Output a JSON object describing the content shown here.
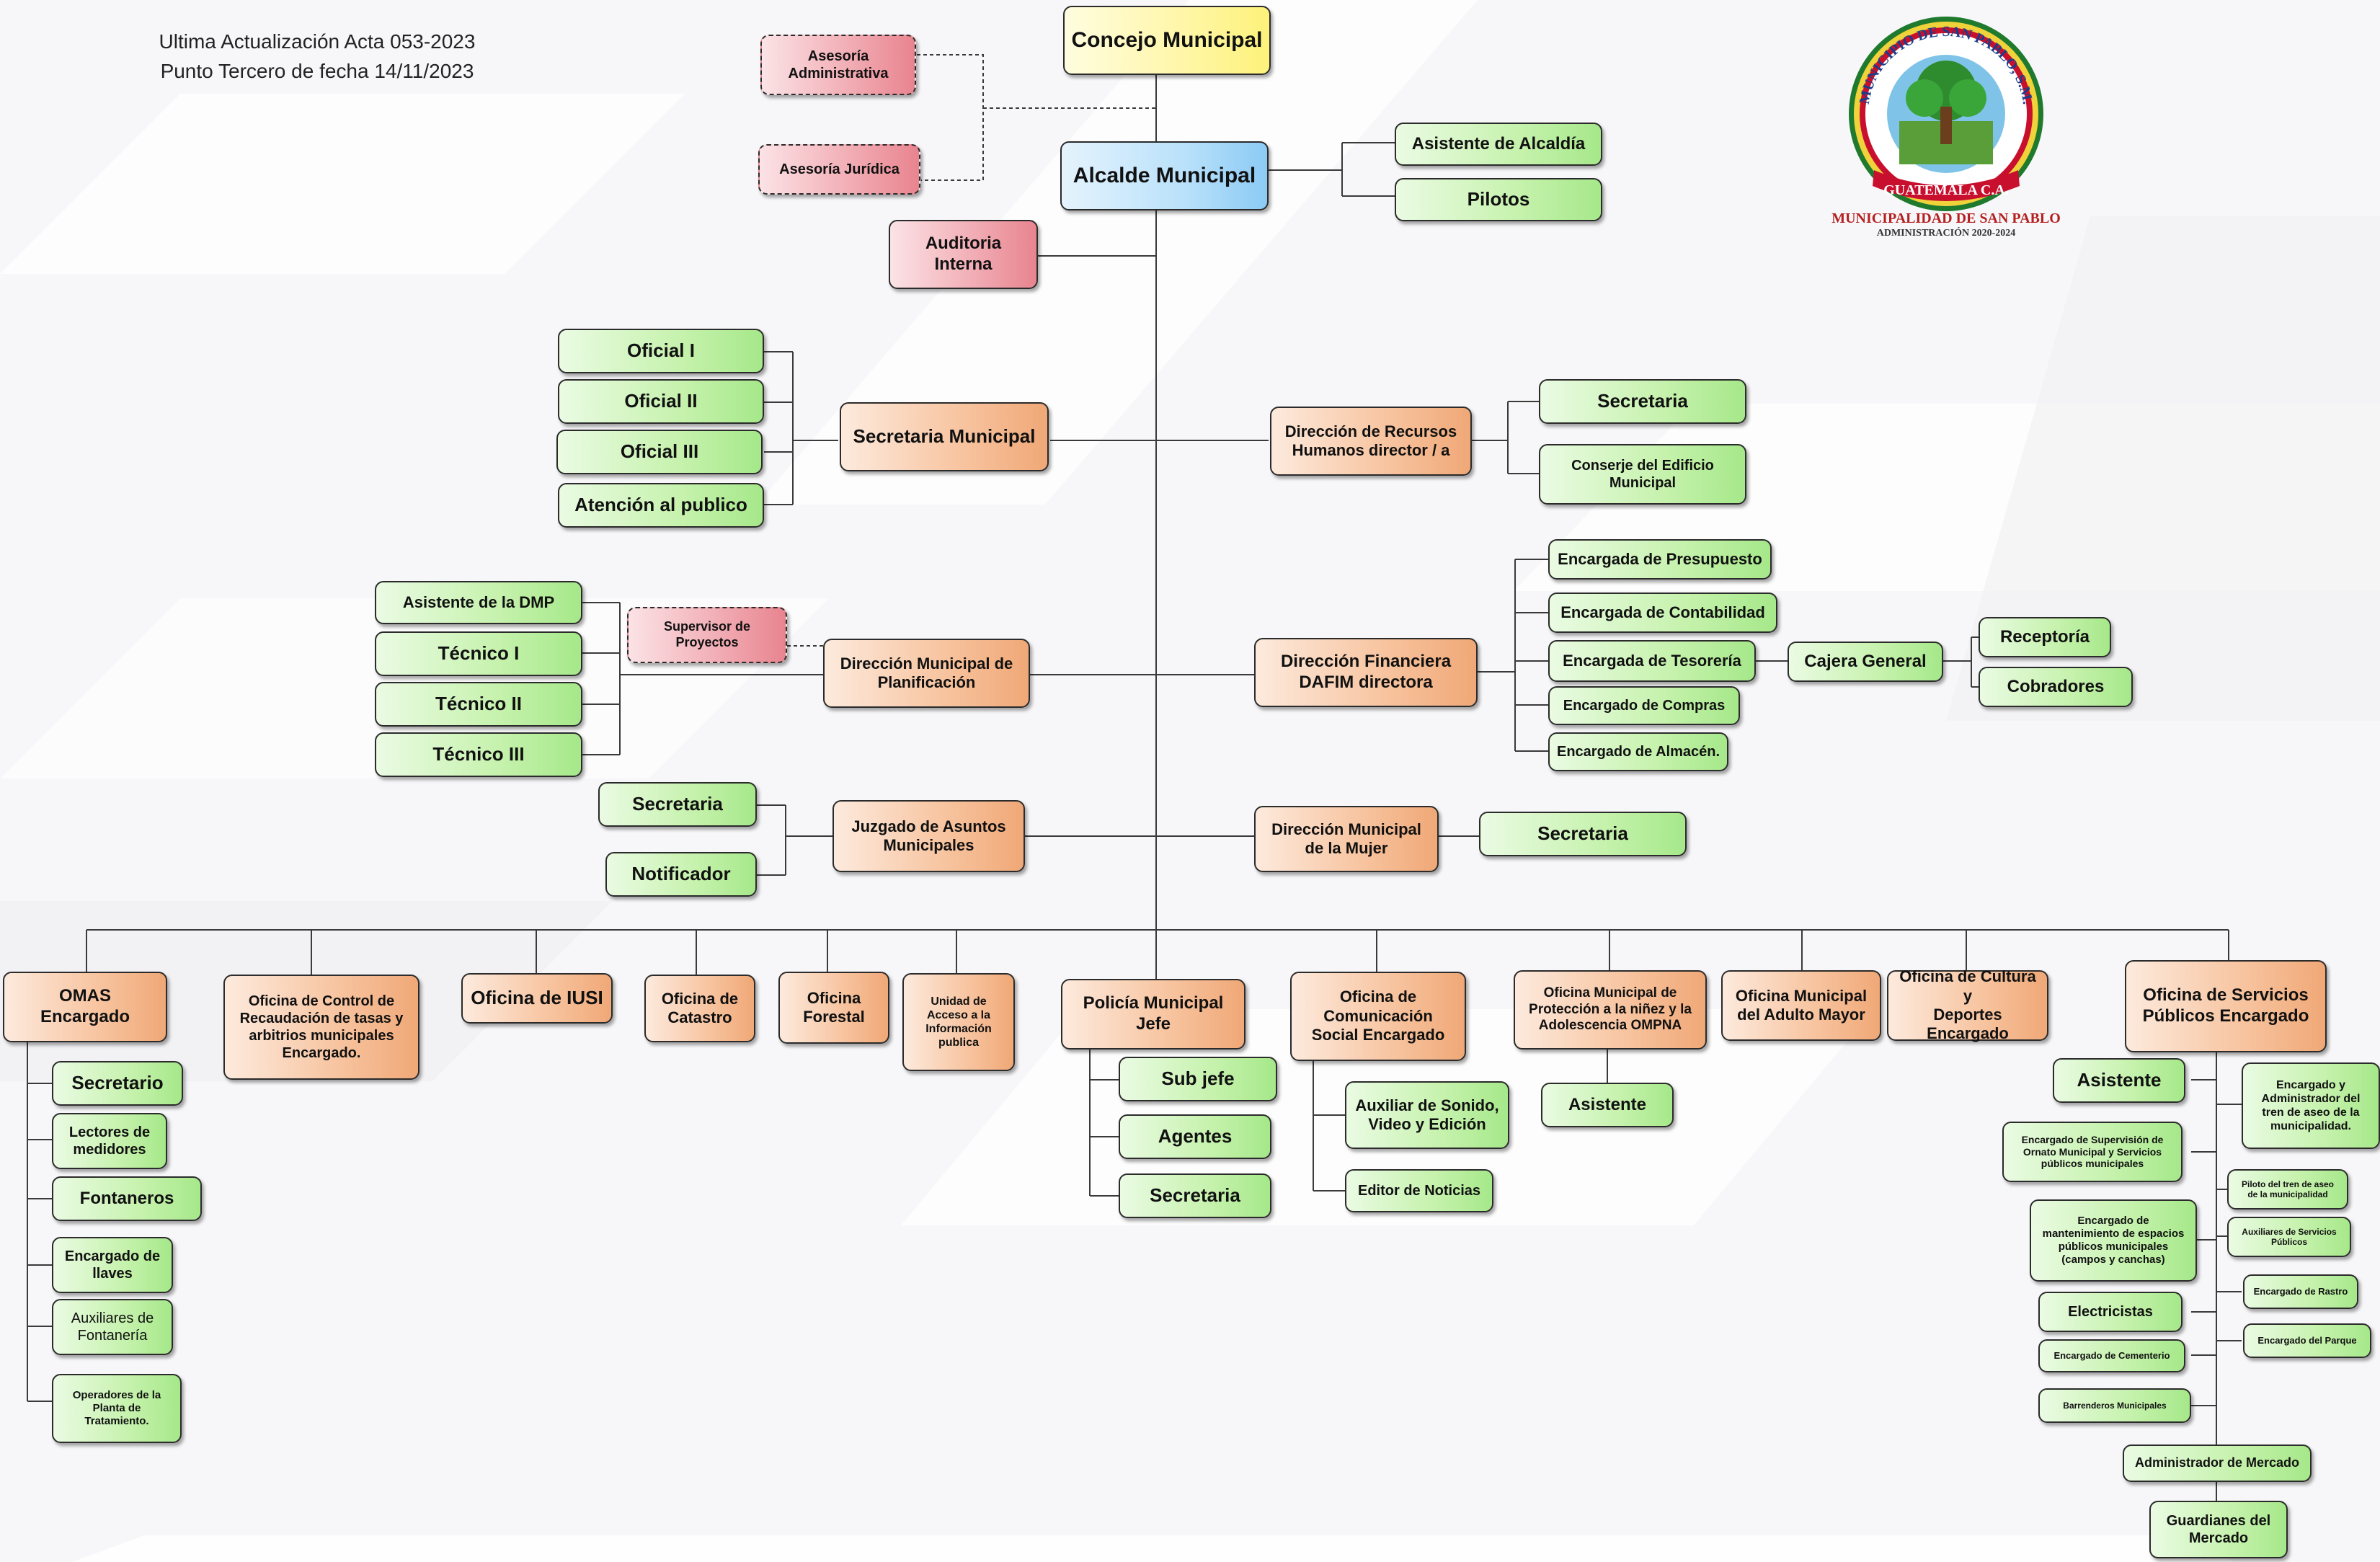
{
  "header": {
    "line1": "Ultima Actualización Acta 053-2023",
    "line2": "Punto Tercero de fecha 14/11/2023"
  },
  "logo": {
    "ring_text": "MUNICIPIO DE SAN PABLO, S.M.",
    "banner_text": "GUATEMALA C.A.",
    "caption": "MUNICIPALIDAD DE SAN PABLO",
    "subcaption": "ADMINISTRACIÓN 2020-2024"
  },
  "nodes": {
    "concejo": "Concejo Municipal",
    "asesoria_adm": "Asesoría\nAdministrativa",
    "asesoria_jur": "Asesoría Jurídica",
    "alcalde": "Alcalde Municipal",
    "asistente_alcaldia": "Asistente de Alcaldía",
    "pilotos": "Pilotos",
    "auditoria": "Auditoria\nInterna",
    "oficial1": "Oficial I",
    "oficial2": "Oficial II",
    "oficial3": "Oficial III",
    "atencion": "Atención al publico",
    "secretaria_mun": "Secretaria Municipal",
    "dir_rrhh": "Dirección de Recursos\nHumanos director / a",
    "rrhh_secretaria": "Secretaria",
    "conserje": "Conserje del Edificio\nMunicipal",
    "presupuesto": "Encargada de Presupuesto",
    "contabilidad": "Encargada de Contabilidad",
    "tesoreria": "Encargada de Tesorería",
    "compras": "Encargado de Compras",
    "almacen": "Encargado de Almacén.",
    "dafim": "Dirección Financiera\nDAFIM directora",
    "cajera": "Cajera General",
    "receptoria": "Receptoría",
    "cobradores": "Cobradores",
    "asistente_dmp": "Asistente de la DMP",
    "tecnico1": "Técnico I",
    "tecnico2": "Técnico II",
    "tecnico3": "Técnico III",
    "supervisor": "Supervisor de\nProyectos",
    "dmp": "Dirección Municipal de\nPlanificación",
    "jam_secretaria": "Secretaria",
    "notificador": "Notificador",
    "juzgado": "Juzgado de Asuntos\nMunicipales",
    "dmm": "Dirección Municipal\nde la Mujer",
    "dmm_secretaria": "Secretaria",
    "omas": "OMAS\nEncargado",
    "ocr": "Oficina de Control de\nRecaudación de tasas y\narbitrios municipales\nEncargado.",
    "iusi": "Oficina de IUSI",
    "catastro": "Oficina de\nCatastro",
    "forestal": "Oficina\nForestal",
    "uaip": "Unidad de\nAcceso a la\nInformación\npublica",
    "policia": "Policía Municipal\nJefe",
    "comunicacion": "Oficina de\nComunicación\nSocial Encargado",
    "ompna": "Oficina Municipal de\nProtección a la niñez y la\nAdolescencia OMPNA",
    "adulto_mayor": "Oficina Municipal\ndel Adulto Mayor",
    "cultura": "Oficina de Cultura y\nDeportes Encargado",
    "servicios": "Oficina de Servicios\nPúblicos Encargado",
    "omas_secretario": "Secretario",
    "lectores": "Lectores de\nmedidores",
    "fontaneros": "Fontaneros",
    "llaves": "Encargado de\nllaves",
    "aux_fontaneria": "Auxiliares de\nFontanería",
    "operadores": "Operadores de la\nPlanta de\nTratamiento.",
    "subjefe": "Sub jefe",
    "agentes": "Agentes",
    "pol_secretaria": "Secretaria",
    "aux_sonido": "Auxiliar de Sonido,\nVideo y Edición",
    "editor": "Editor de Noticias",
    "ompna_asistente": "Asistente",
    "sp_asistente": "Asistente",
    "tren_aseo": "Encargado y\nAdministrador del\ntren de aseo de la\nmunicipalidad.",
    "ornato": "Encargado de Supervisión de\nOrnato Municipal y Servicios\npúblicos municipales",
    "piloto_tren": "Piloto del tren de aseo\nde la municipalidad",
    "aux_servicios": "Auxiliares de Servicios\nPúblicos",
    "mantenimiento": "Encargado de\nmantenimiento de espacios\npúblicos municipales\n(campos y canchas)",
    "rastro": "Encargado de Rastro",
    "electricistas": "Electricistas",
    "parque": "Encargado del Parque",
    "cementerio": "Encargado de Cementerio",
    "barrenderos": "Barrenderos Municipales",
    "admin_mercado": "Administrador de Mercado",
    "guardianes": "Guardianes del\nMercado"
  },
  "colors": {
    "green": "#c6f2ad",
    "orange": "#f7c39e",
    "red": "#f1aab2",
    "blue": "#b9e1fa",
    "yellow": "#fff6a6",
    "line": "#3a3a3a"
  }
}
